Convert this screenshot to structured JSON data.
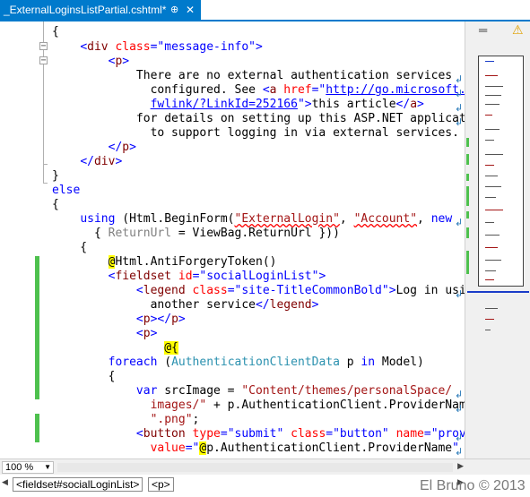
{
  "tab": {
    "title": "_ExternalLoginsListPartial.cshtml*",
    "pin_icon": "pin-icon",
    "close_icon": "close-icon"
  },
  "code_lines": [
    [
      "{"
    ],
    [
      "    <div class=\"message-info\">"
    ],
    [
      "        <p>"
    ],
    [
      "            There are no external authentication services"
    ],
    [
      "              configured. See <a href=\"http://go.microsoft.com/"
    ],
    [
      "              fwlink/?LinkId=252166\">this article</a>"
    ],
    [
      "            for details on setting up this ASP.NET application"
    ],
    [
      "              to support logging in via external services."
    ],
    [
      "        </p>"
    ],
    [
      "    </div>"
    ],
    [
      "}"
    ],
    [
      "else"
    ],
    [
      "{"
    ],
    [
      "    using (Html.BeginForm(\"ExternalLogin\", \"Account\", new"
    ],
    [
      "      { ReturnUrl = ViewBag.ReturnUrl }))"
    ],
    [
      "    {"
    ],
    [
      "        @Html.AntiForgeryToken()"
    ],
    [
      "        <fieldset id=\"socialLoginList\">"
    ],
    [
      "            <legend class=\"site-TitleCommonBold\">Log in using"
    ],
    [
      "              another service</legend>"
    ],
    [
      "            <p></p>"
    ],
    [
      "            <p>"
    ],
    [
      "                @{"
    ],
    [
      "        foreach (AuthenticationClientData p in Model)"
    ],
    [
      "        {"
    ],
    [
      "            var srcImage = \"Content/themes/personalSpace/"
    ],
    [
      "              images/\" + p.AuthenticationClient.ProviderName +"
    ],
    [
      "              \".png\";"
    ],
    [
      "            <button type=\"submit\" class=\"button\" name=\"provider\""
    ],
    [
      "              value=\"@p.AuthenticationClient.ProviderName\""
    ]
  ],
  "status": {
    "zoom": "100 %",
    "zoom_dropdown_icon": "chevron-down-icon"
  },
  "breadcrumbs": [
    "<fieldset#socialLoginList>",
    "<p>"
  ],
  "watermark": "El Bruno © 2013",
  "icons": {
    "split": "split-window-icon",
    "warning": "warning-icon",
    "wrap": "word-wrap-glyph-icon"
  },
  "colors": {
    "tab_active": "#007acc",
    "change_bar": "#4ec14e",
    "tag": "#800000",
    "attribute": "#ff0000",
    "string": "#0000ff",
    "razor_highlight": "#ffff00"
  }
}
